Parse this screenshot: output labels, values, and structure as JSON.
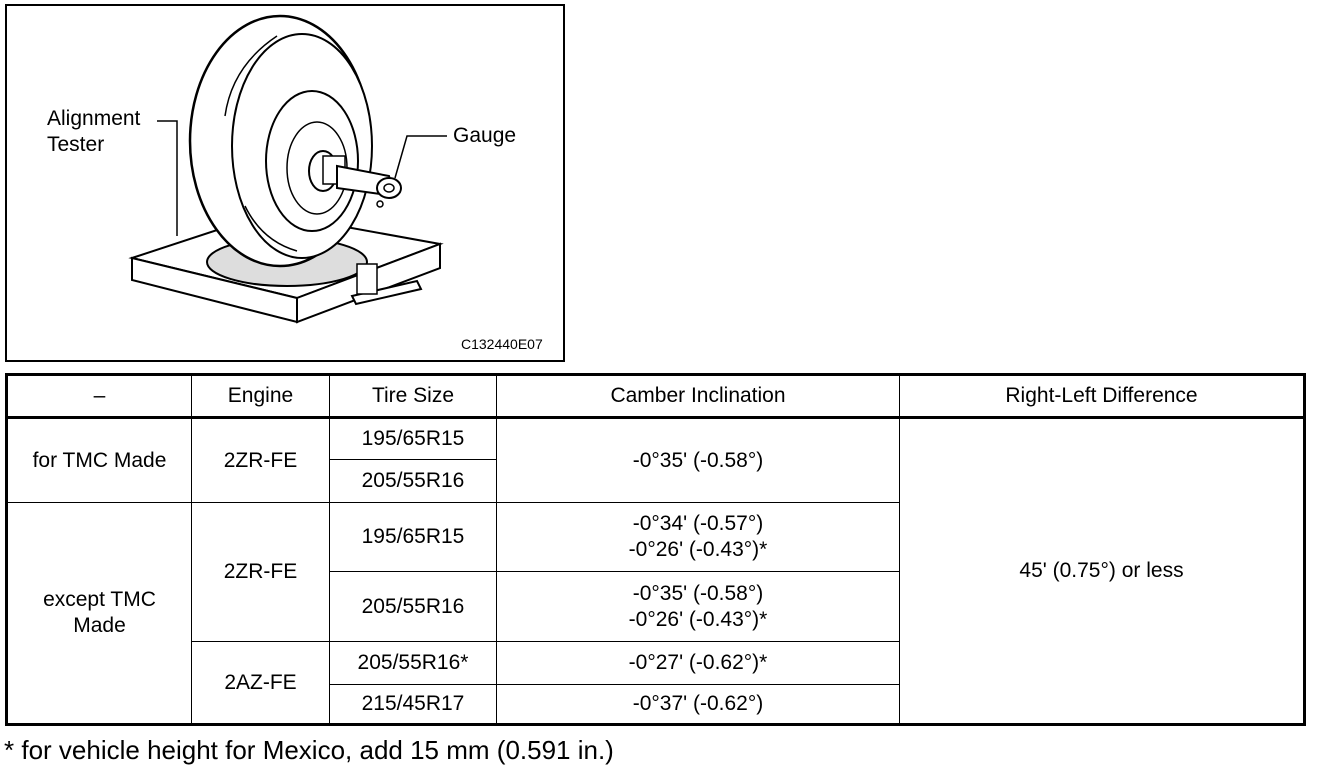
{
  "figure": {
    "label_alignment_tester": "Alignment\nTester",
    "label_gauge": "Gauge",
    "code": "C132440E07"
  },
  "table": {
    "headers": [
      "–",
      "Engine",
      "Tire Size",
      "Camber Inclination",
      "Right-Left Difference"
    ],
    "groups": [
      {
        "market": "for TMC Made",
        "engines": [
          {
            "engine": "2ZR-FE",
            "tires": [
              {
                "size": "195/65R15"
              },
              {
                "size": "205/55R16"
              }
            ],
            "camber": "-0°35' (-0.58°)"
          }
        ]
      },
      {
        "market": "except TMC\nMade",
        "engines": [
          {
            "engine": "2ZR-FE",
            "tires": [
              {
                "size": "195/65R15",
                "camber": "-0°34' (-0.57°)\n-0°26' (-0.43°)*"
              },
              {
                "size": "205/55R16",
                "camber": "-0°35' (-0.58°)\n-0°26' (-0.43°)*"
              }
            ]
          },
          {
            "engine": "2AZ-FE",
            "tires": [
              {
                "size": "205/55R16*",
                "camber": "-0°27' (-0.62°)*"
              },
              {
                "size": "215/45R17",
                "camber": "-0°37' (-0.62°)"
              }
            ]
          }
        ]
      }
    ],
    "right_left_difference": "45' (0.75°) or less"
  },
  "footnote": "* for vehicle height for Mexico, add 15 mm (0.591 in.)"
}
